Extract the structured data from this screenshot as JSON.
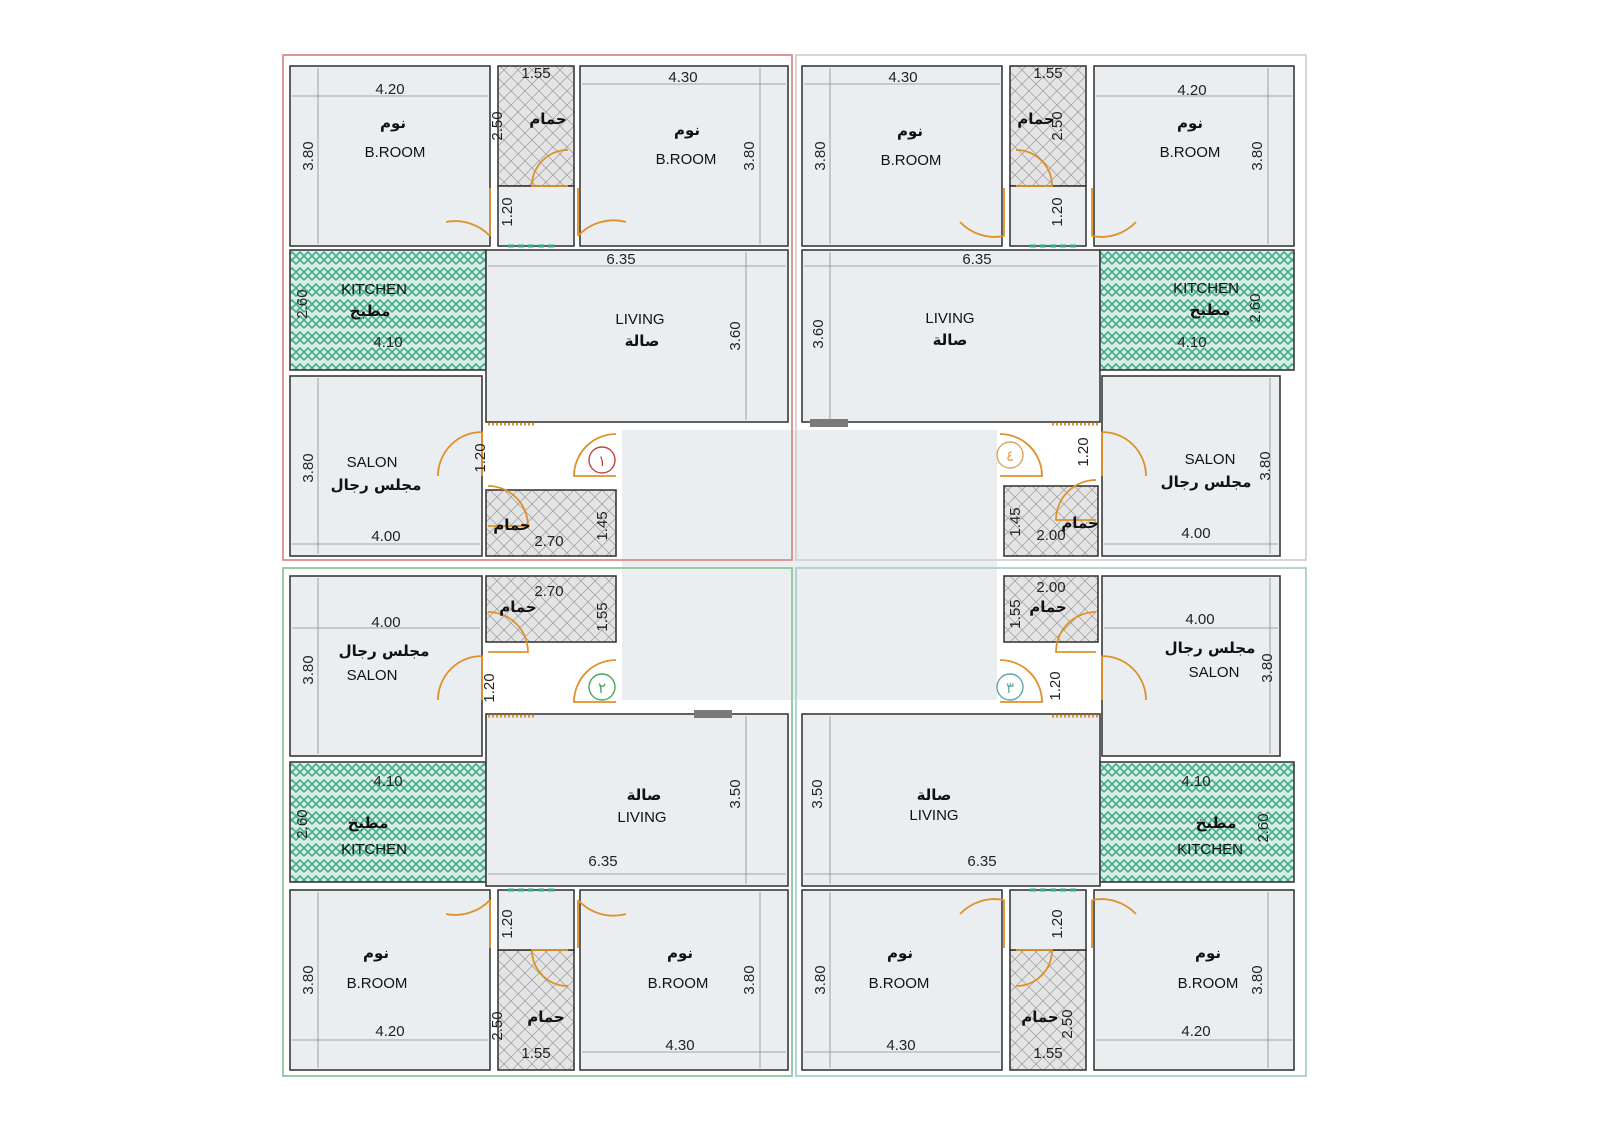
{
  "plan": {
    "units": [
      {
        "number": "١",
        "border_color": "#d98b8b",
        "rooms": {
          "bedroom_left": {
            "ar": "نوم",
            "en": "B.ROOM",
            "w": "4.20",
            "h": "3.80"
          },
          "bedroom_right": {
            "ar": "نوم",
            "en": "B.ROOM",
            "w": "4.30",
            "h": "3.80"
          },
          "bath_top": {
            "ar": "حمام",
            "w": "1.55",
            "h": "2.50",
            "corridor": "1.20"
          },
          "kitchen": {
            "ar": "مطبخ",
            "en": "KITCHEN",
            "w": "4.10",
            "h": "2.60"
          },
          "living": {
            "ar": "صالة",
            "en": "LIVING",
            "w": "6.35",
            "h": "3.60"
          },
          "salon": {
            "ar": "مجلس رجال",
            "en": "SALON",
            "w": "4.00",
            "h": "3.80",
            "corridor": "1.20"
          },
          "bath_small": {
            "ar": "حمام",
            "w": "2.70",
            "h": "1.45"
          }
        }
      },
      {
        "number": "٤",
        "border_color": "#cfd3cf",
        "rooms": {
          "bedroom_left": {
            "ar": "نوم",
            "en": "B.ROOM",
            "w": "4.30",
            "h": "3.80"
          },
          "bedroom_right": {
            "ar": "نوم",
            "en": "B.ROOM",
            "w": "4.20",
            "h": "3.80"
          },
          "bath_top": {
            "ar": "حمام",
            "w": "1.55",
            "h": "2.50",
            "corridor": "1.20"
          },
          "kitchen": {
            "ar": "مطبخ",
            "en": "KITCHEN",
            "w": "4.10",
            "h": "2.60"
          },
          "living": {
            "ar": "صالة",
            "en": "LIVING",
            "w": "6.35",
            "h": "3.60"
          },
          "salon": {
            "ar": "مجلس رجال",
            "en": "SALON",
            "w": "4.00",
            "h": "3.80",
            "corridor": "1.20"
          },
          "bath_small": {
            "ar": "حمام",
            "w": "2.00",
            "h": "1.45"
          }
        }
      },
      {
        "number": "٢",
        "border_color": "#8fc79a",
        "rooms": {
          "bedroom_left": {
            "ar": "نوم",
            "en": "B.ROOM",
            "w": "4.20",
            "h": "3.80"
          },
          "bedroom_right": {
            "ar": "نوم",
            "en": "B.ROOM",
            "w": "4.30",
            "h": "3.80"
          },
          "bath_top": {
            "ar": "حمام",
            "w": "1.55",
            "h": "2.50",
            "corridor": "1.20"
          },
          "kitchen": {
            "ar": "مطبخ",
            "en": "KITCHEN",
            "w": "4.10",
            "h": "2.60"
          },
          "living": {
            "ar": "صالة",
            "en": "LIVING",
            "w": "6.35",
            "h": "3.50"
          },
          "salon": {
            "ar": "مجلس رجال",
            "en": "SALON",
            "w": "4.00",
            "h": "3.80",
            "corridor": "1.20"
          },
          "bath_small": {
            "ar": "حمام",
            "w": "2.70",
            "h": "1.55"
          }
        }
      },
      {
        "number": "٣",
        "border_color": "#a8d0cf",
        "rooms": {
          "bedroom_left": {
            "ar": "نوم",
            "en": "B.ROOM",
            "w": "4.30",
            "h": "3.80"
          },
          "bedroom_right": {
            "ar": "نوم",
            "en": "B.ROOM",
            "w": "4.20",
            "h": "3.80"
          },
          "bath_top": {
            "ar": "حمام",
            "w": "1.55",
            "h": "2.50",
            "corridor": "1.20"
          },
          "kitchen": {
            "ar": "مطبخ",
            "en": "KITCHEN",
            "w": "4.10",
            "h": "2.60"
          },
          "living": {
            "ar": "صالة",
            "en": "LIVING",
            "w": "6.35",
            "h": "3.50"
          },
          "salon": {
            "ar": "مجلس رجال",
            "en": "SALON",
            "w": "4.00",
            "h": "3.80",
            "corridor": "1.20"
          },
          "bath_small": {
            "ar": "حمام",
            "w": "2.00",
            "h": "1.55"
          }
        }
      }
    ],
    "colors": {
      "wall": "#3a3a3a",
      "floor": "#ebeef0",
      "kitchen_hatch": "#3fae8c",
      "door": "#e0902a",
      "window": "#2fa88a",
      "entrance_marker": "#7a7a7a"
    }
  }
}
